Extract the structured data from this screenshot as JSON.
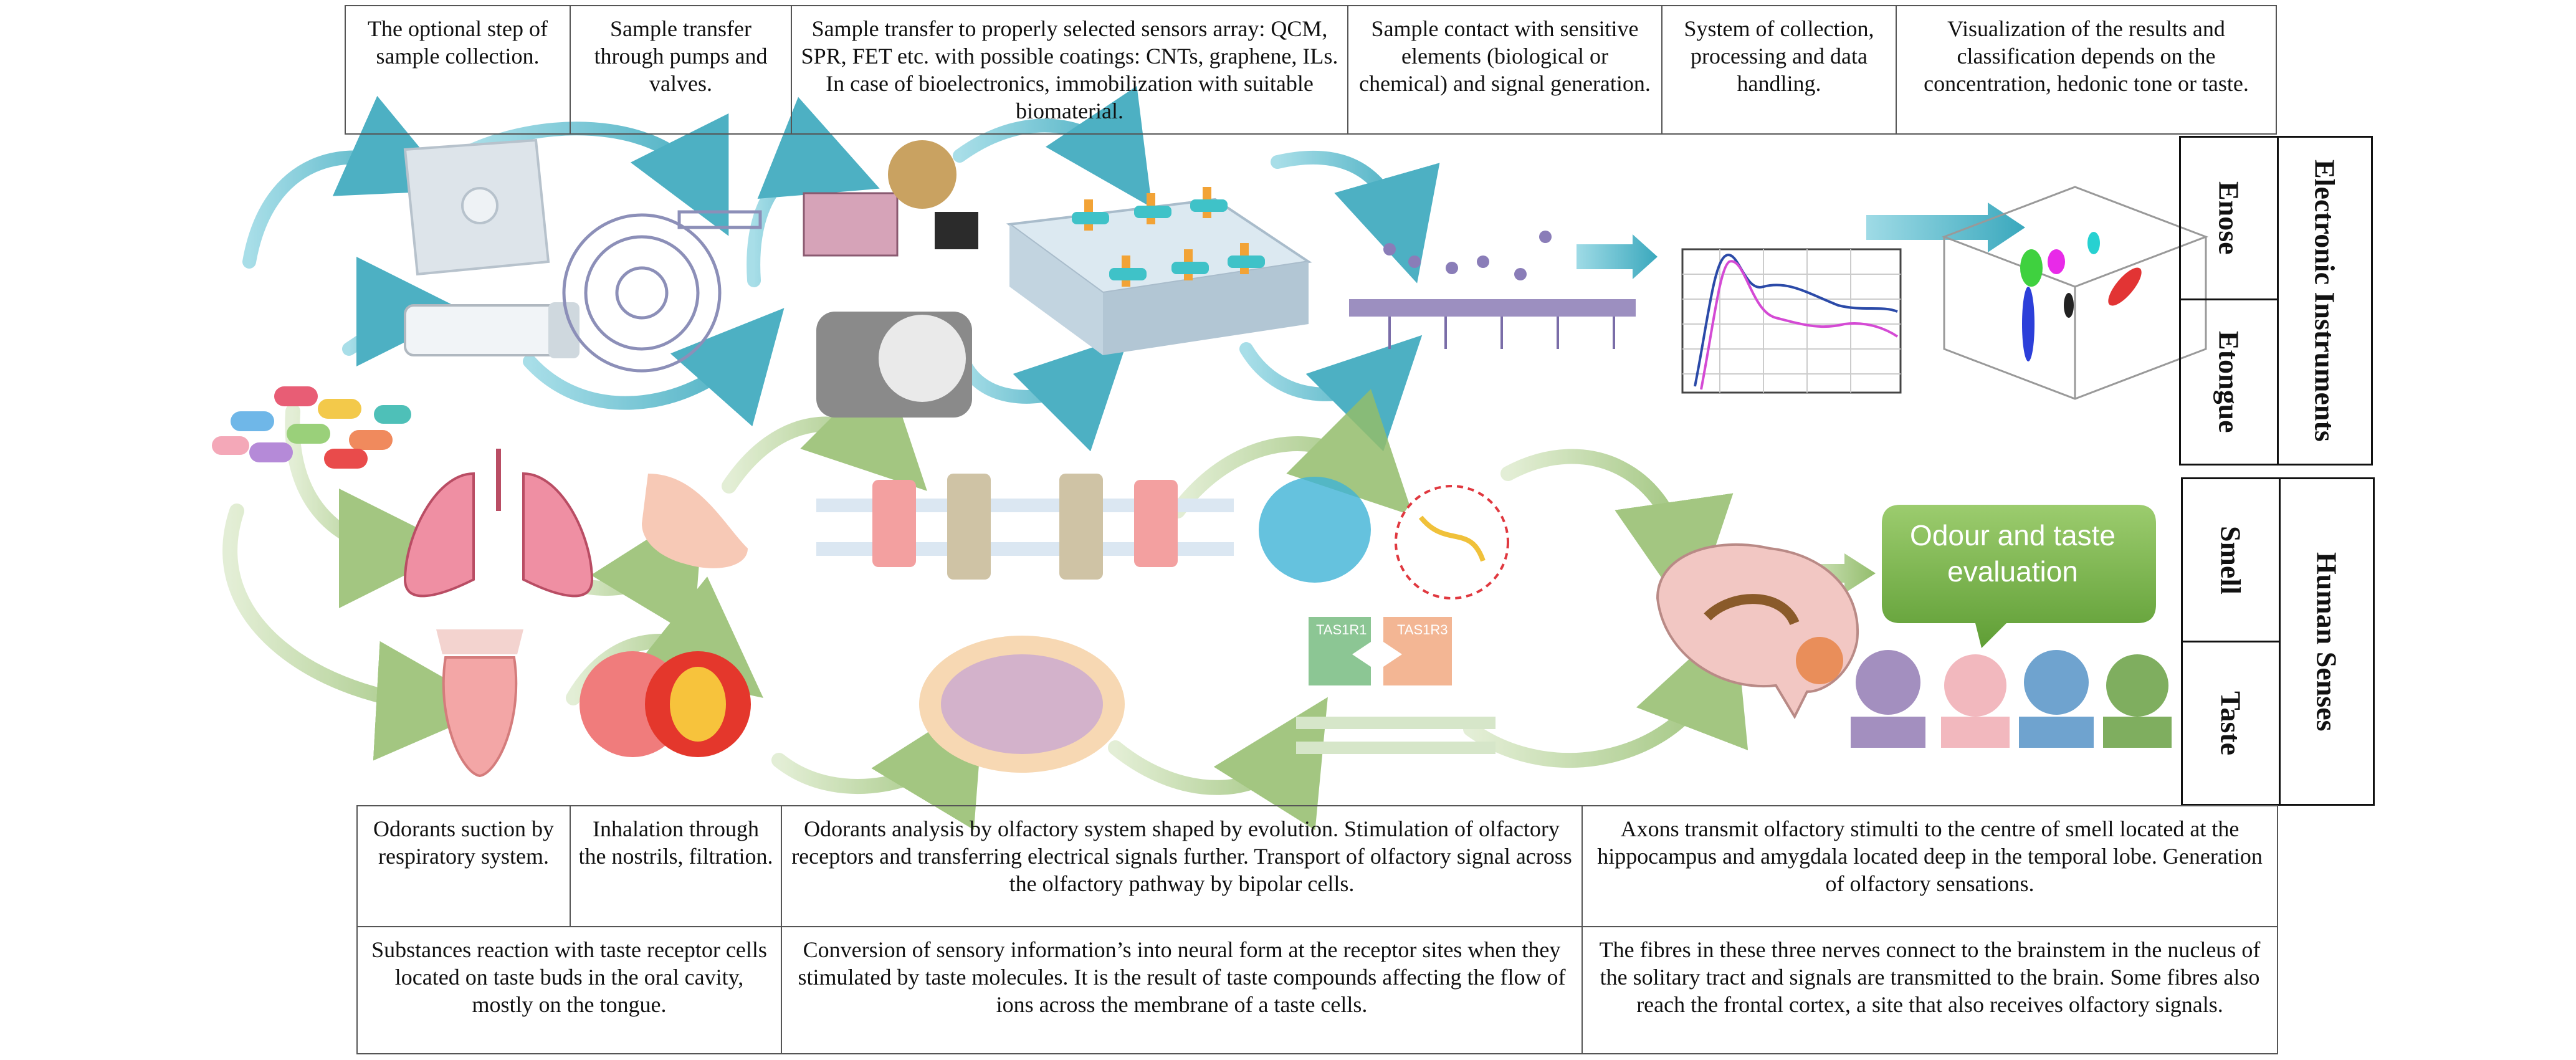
{
  "top_steps": [
    "The optional step of sample collection.",
    "Sample transfer through pumps and valves.",
    "Sample transfer to properly selected sensors array: QCM, SPR, FET etc. with possible coatings: CNTs, graphene, ILs. In case of bioelectronics, immobilization with suitable biomaterial.",
    "Sample contact with sensitive elements (biological or chemical) and signal generation.",
    "System of collection, processing and data handling.",
    "Visualization of the results and classification depends on the concentration, hedonic tone or taste."
  ],
  "smell_steps": [
    "Odorants suction by respiratory system.",
    "Inhalation through the nostrils, filtration.",
    "Odorants analysis by olfactory system shaped by evolution. Stimulation of olfactory receptors and transferring electrical signals further. Transport of olfactory signal across the olfactory pathway by bipolar cells.",
    "Axons transmit olfactory stimulti to the centre of smell located at the hippocampus and amygdala located deep in the temporal lobe. Generation of olfactory sensations."
  ],
  "taste_steps": [
    "Substances reaction with taste receptor cells located on taste buds in the oral cavity, mostly on the tongue.",
    "Conversion of sensory information’s into neural form at the receptor sites when they stimulated by taste molecules. It is the result of taste compounds affecting the flow of ions across the membrane of a taste cells.",
    "The fibres in these three nerves connect to the brainstem in the nucleus of the solitary tract and signals are transmitted to the brain. Some fibres also reach the frontal cortex, a site that also receives olfactory signals."
  ],
  "side_labels": {
    "electronic_instruments": "Electronic Instruments",
    "enose": "Enose",
    "etongue": "Etongue",
    "human_senses": "Human Senses",
    "smell": "Smell",
    "taste": "Taste"
  },
  "bubble": "Odour and taste evaluation",
  "receptor_labels": [
    "TAS1R1",
    "TAS1R3"
  ],
  "colors": {
    "electronic_arrow": "#5bbccd",
    "human_arrow": "#a9c98a",
    "bubble": "#7ab648"
  }
}
